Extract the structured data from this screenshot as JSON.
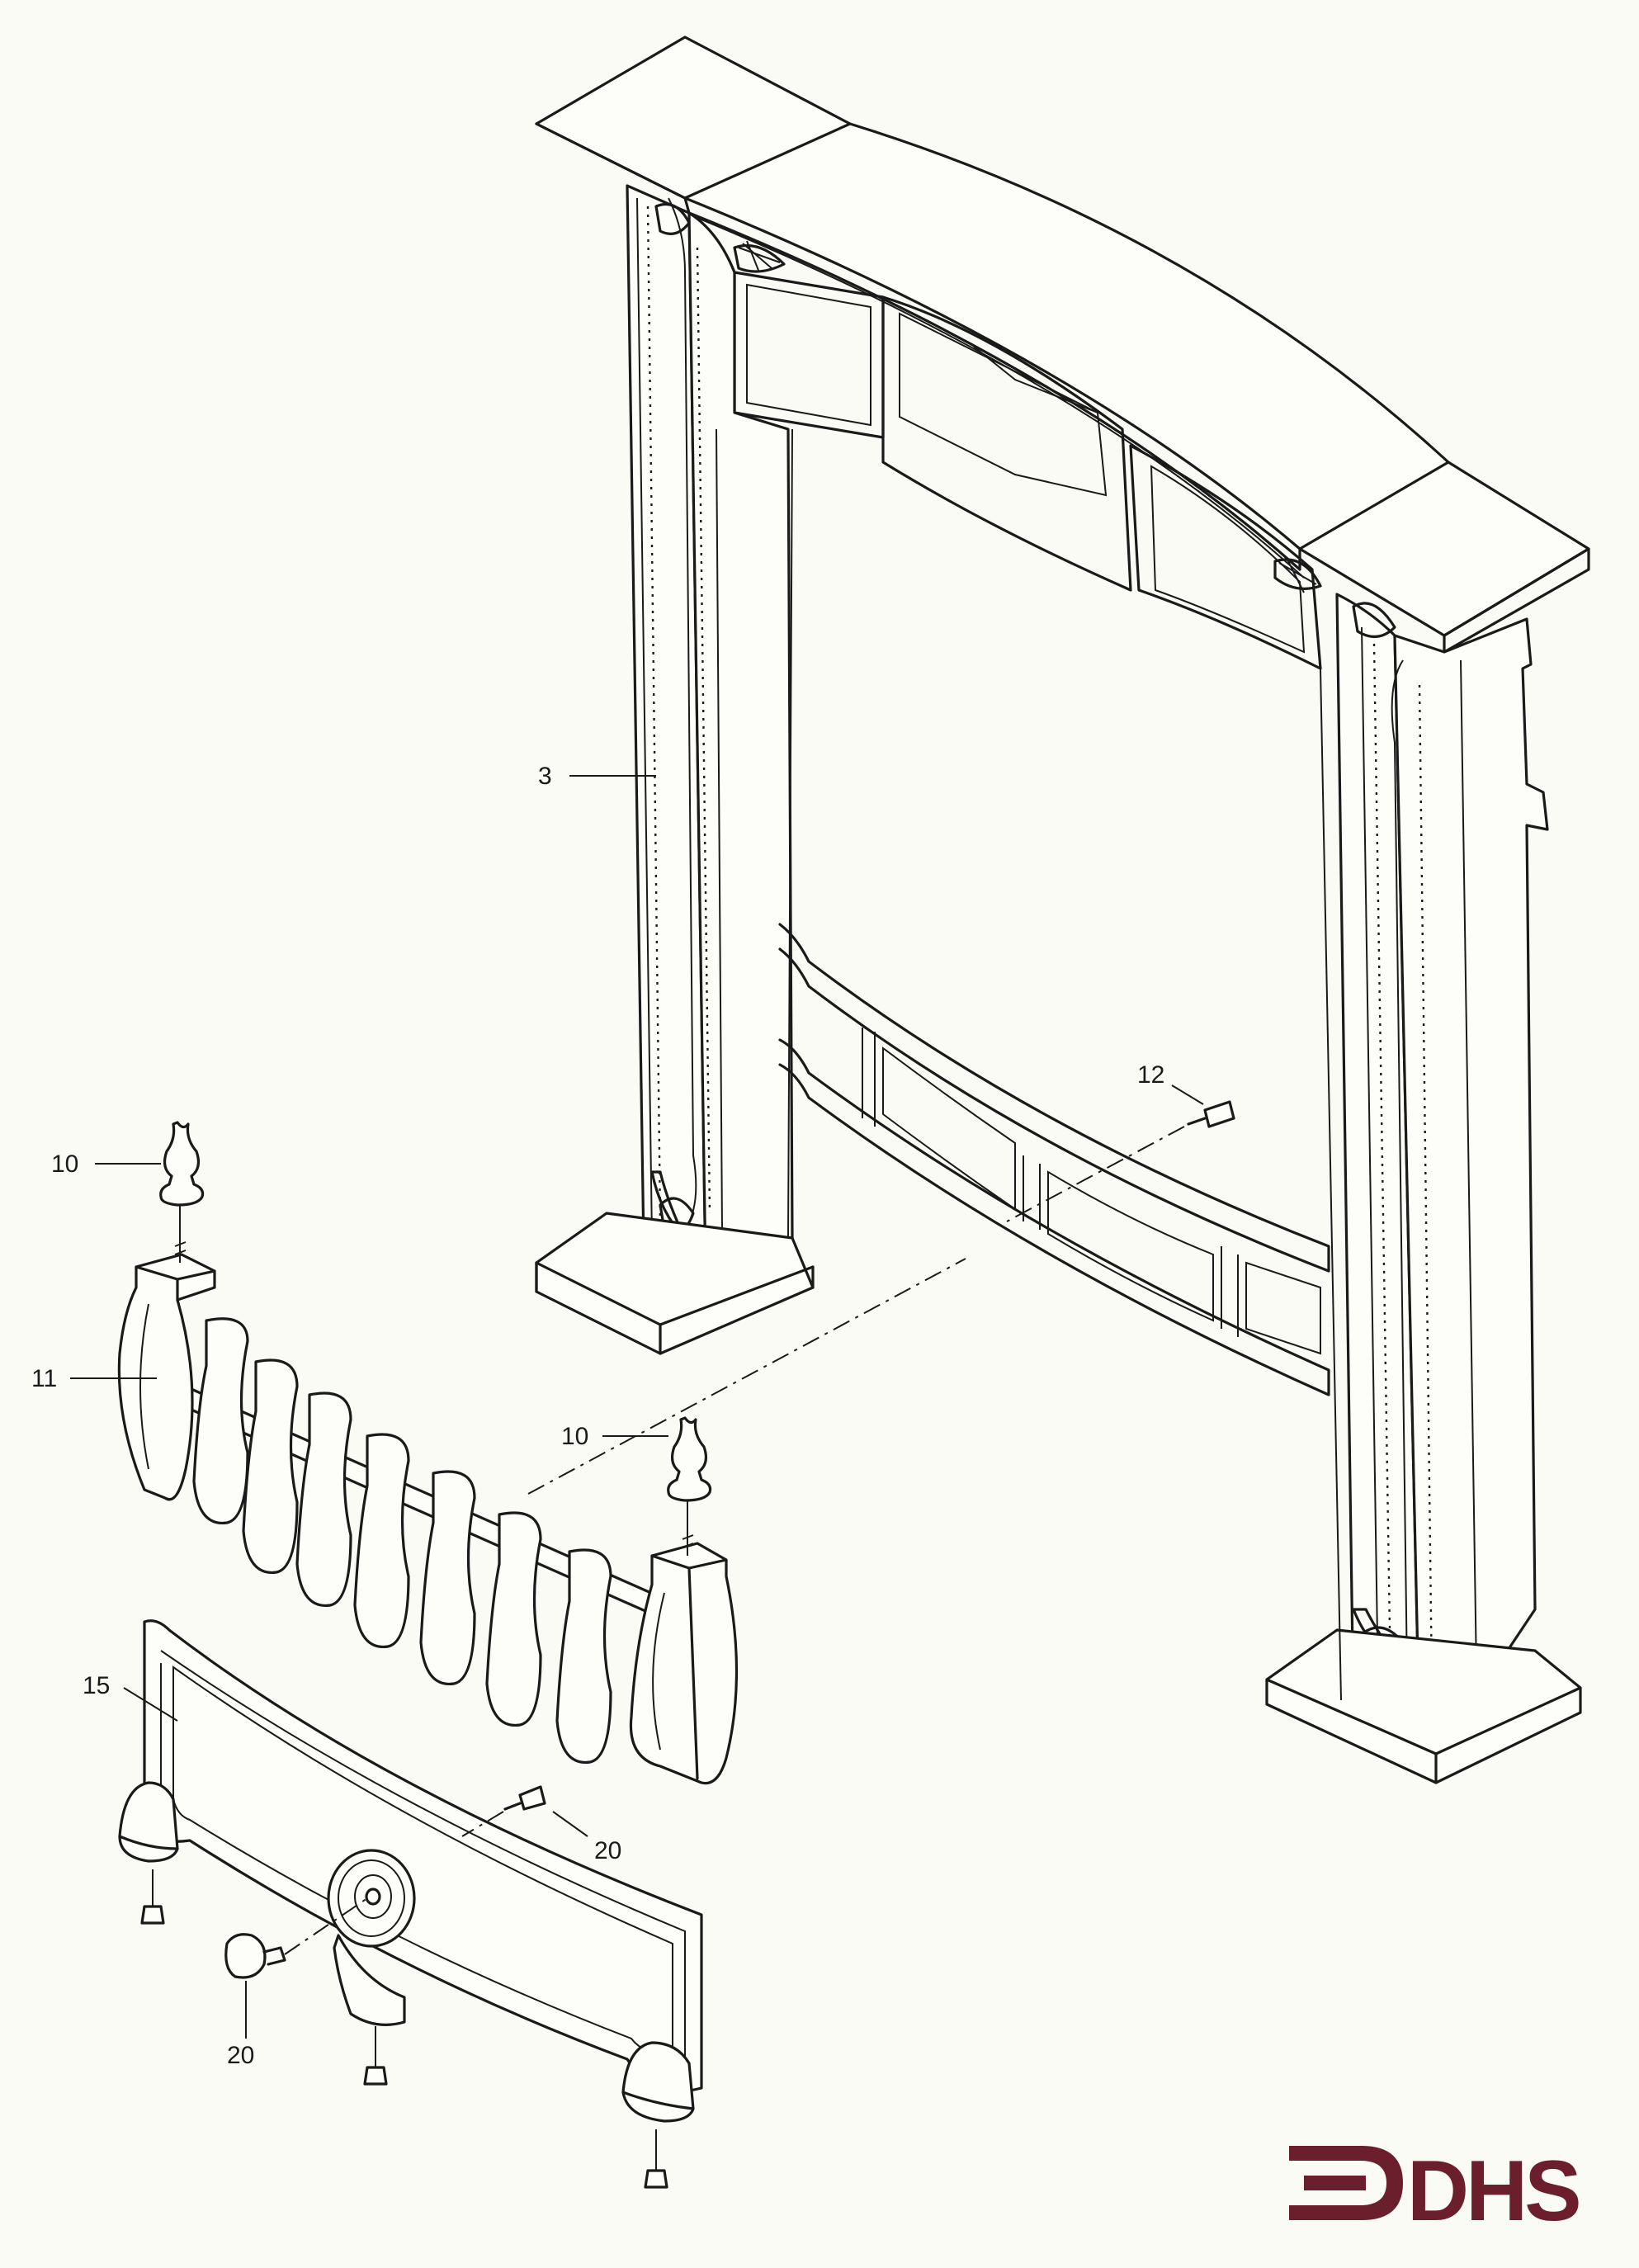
{
  "diagram": {
    "callouts": [
      {
        "id": "c3",
        "label": "3"
      },
      {
        "id": "c12",
        "label": "12"
      },
      {
        "id": "c10a",
        "label": "10"
      },
      {
        "id": "c11",
        "label": "11"
      },
      {
        "id": "c10b",
        "label": "10"
      },
      {
        "id": "c15",
        "label": "15"
      },
      {
        "id": "c20a",
        "label": "20"
      },
      {
        "id": "c20b",
        "label": "20"
      }
    ]
  },
  "logo": {
    "text": "DHS",
    "color": "#6b1f2c"
  }
}
